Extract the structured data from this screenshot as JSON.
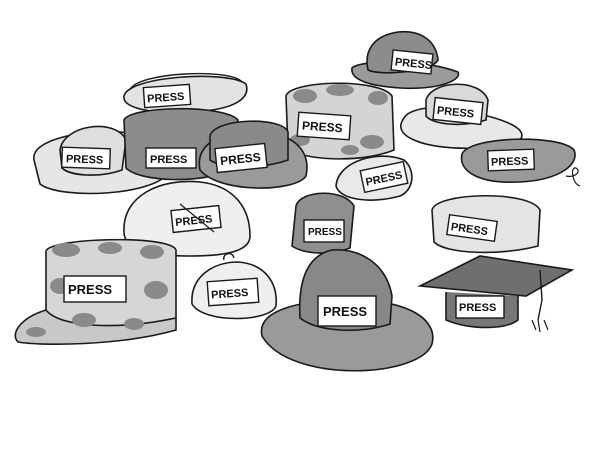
{
  "cartoon": {
    "press_card_text": "PRESS",
    "colors": {
      "ink": "#1a1a1a",
      "light_gray": "#d9d9d9",
      "mid_gray": "#9a9a9a",
      "dark_gray": "#7a7a7a",
      "camo_spot": "#8a8a8a",
      "card": "#ffffff"
    },
    "hats": [
      {
        "kind": "fedora",
        "label": "PRESS"
      },
      {
        "kind": "bucket-hat",
        "label": "PRESS"
      },
      {
        "kind": "camouflage-bucket-hat",
        "label": "PRESS"
      },
      {
        "kind": "floppy-hat",
        "label": "PRESS"
      },
      {
        "kind": "sun-hat",
        "label": "PRESS"
      },
      {
        "kind": "beret",
        "label": "PRESS"
      },
      {
        "kind": "bucket-hat",
        "label": "PRESS"
      },
      {
        "kind": "bucket-hat",
        "label": "PRESS"
      },
      {
        "kind": "dome-hat",
        "label": "PRESS"
      },
      {
        "kind": "helmet",
        "label": "PRESS"
      },
      {
        "kind": "fez",
        "label": "PRESS"
      },
      {
        "kind": "bucket-hat",
        "label": "PRESS"
      },
      {
        "kind": "camouflage-cap",
        "label": "PRESS"
      },
      {
        "kind": "skullcap",
        "label": "PRESS"
      },
      {
        "kind": "wide-brim-hat",
        "label": "PRESS"
      },
      {
        "kind": "mortarboard",
        "label": "PRESS"
      }
    ]
  }
}
